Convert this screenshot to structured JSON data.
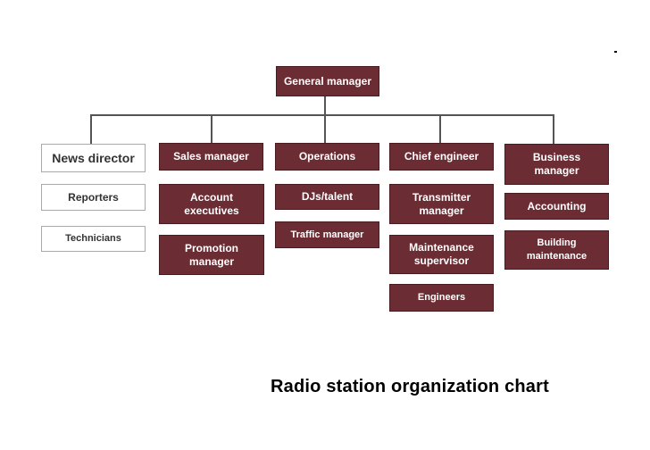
{
  "diagram": {
    "caption": "Radio station organization chart",
    "colors": {
      "dark_fill": "#6b2c33",
      "light_fill": "#ffffff",
      "light_border": "#a9a9a9",
      "connector": "#555555"
    },
    "nodes": {
      "general_manager": "General manager",
      "news_director": "News director",
      "reporters": "Reporters",
      "technicians": "Technicians",
      "sales_manager": "Sales manager",
      "account_executives": "Account executives",
      "promotion_manager": "Promotion manager",
      "operations": "Operations",
      "djs_talent": "DJs/talent",
      "traffic_manager": "Traffic manager",
      "chief_engineer": "Chief engineer",
      "transmitter_manager": "Transmitter manager",
      "maintenance_supervisor": "Maintenance supervisor",
      "engineers": "Engineers",
      "business_manager": "Business manager",
      "accounting": "Accounting",
      "building_maintenance": "Building maintenance"
    }
  }
}
